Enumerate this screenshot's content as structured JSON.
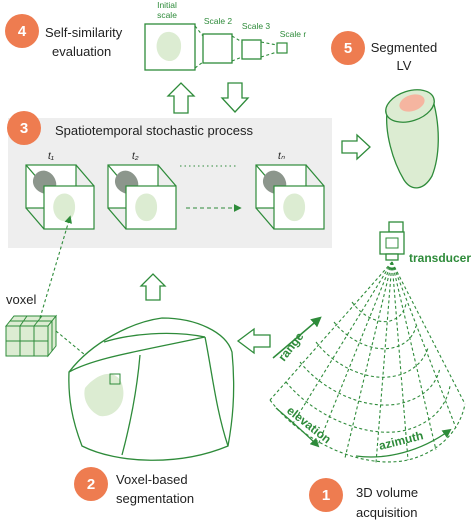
{
  "steps": [
    {
      "number": "1",
      "label_line1": "3D volume",
      "label_line2": "acquisition"
    },
    {
      "number": "2",
      "label_line1": "Voxel-based",
      "label_line2": "segmentation"
    },
    {
      "number": "3",
      "label_line1": "Spatiotemporal stochastic process"
    },
    {
      "number": "4",
      "label_line1": "Self-similarity",
      "label_line2": "evaluation"
    },
    {
      "number": "5",
      "label_line1": "Segmented",
      "label_line2": "LV"
    }
  ],
  "scales": {
    "initial_line1": "Initial",
    "initial_line2": "scale",
    "scale2": "Scale 2",
    "scale3": "Scale 3",
    "scale_r": "Scale r"
  },
  "time_labels": {
    "t1": "t₁",
    "t2": "t₂",
    "tn": "tₙ"
  },
  "voxel_label": "voxel",
  "transducer_label": "transducer",
  "probe_axes": {
    "range": "range",
    "elevation": "elevation",
    "azimuth": "azimuth"
  },
  "colors": {
    "badge": "#ee7c50",
    "green_line": "#2e8b3a",
    "green_fill": "#dcecd2",
    "gray_panel": "#eeeeee",
    "gray_blob": "#8c968c",
    "lv_inner": "#f5b5a0"
  }
}
